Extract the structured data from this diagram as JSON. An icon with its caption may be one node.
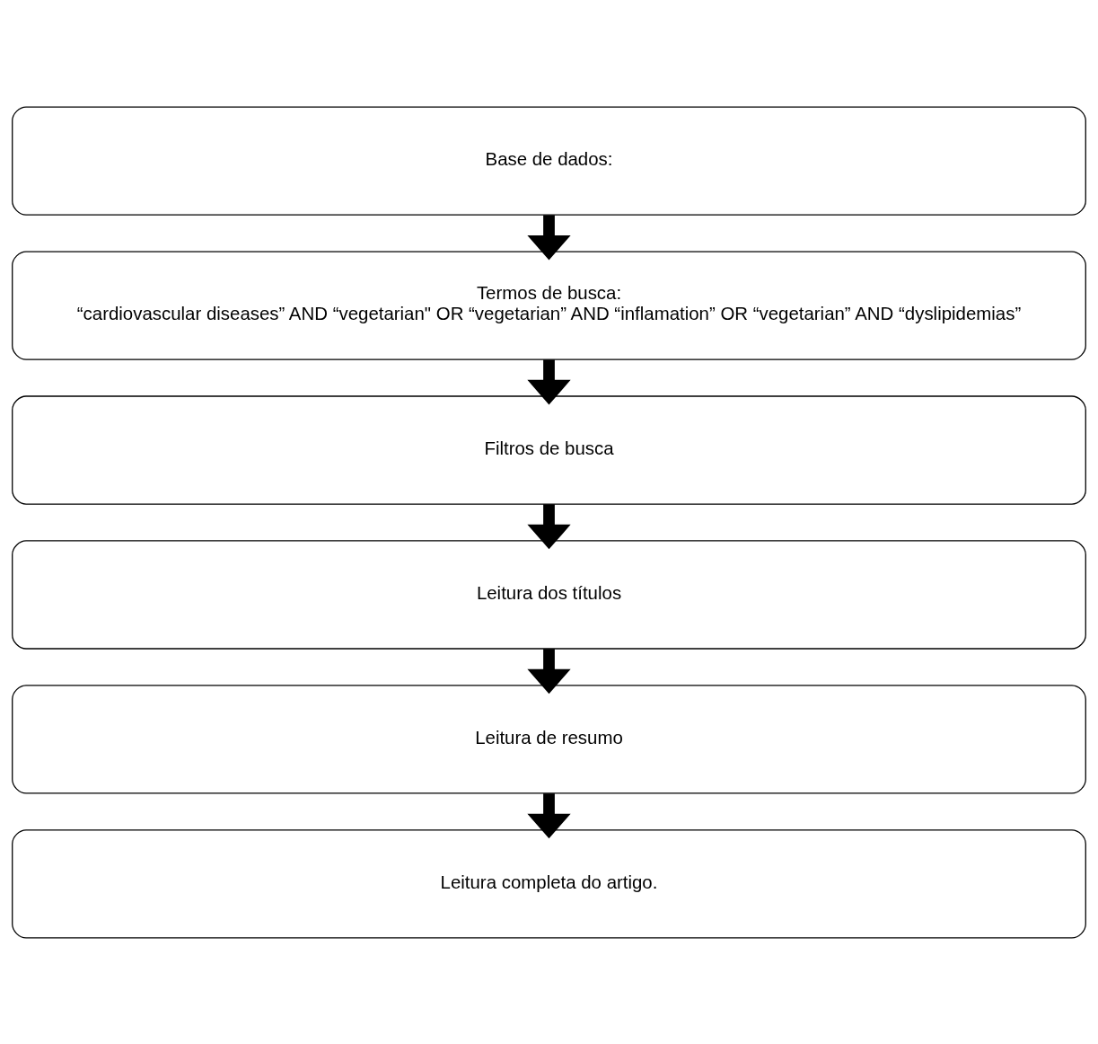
{
  "diagram": {
    "nodes": [
      {
        "text": [
          "Base de dados:"
        ]
      },
      {
        "text": [
          "Termos de busca:",
          "“cardiovascular diseases” AND “vegetarian\" OR “vegetarian” AND “inflamation” OR “vegetarian” AND “dyslipidemias”"
        ]
      },
      {
        "text": [
          "Filtros de busca"
        ]
      },
      {
        "text": [
          "Leitura dos títulos"
        ]
      },
      {
        "text": [
          "Leitura de resumo"
        ]
      },
      {
        "text": [
          "Leitura completa do artigo."
        ]
      }
    ],
    "edges": [
      {
        "from": 0,
        "to": 1,
        "arrow": "to"
      },
      {
        "from": 1,
        "to": 2,
        "arrow": "to"
      },
      {
        "from": 2,
        "to": 3,
        "arrow": "to"
      },
      {
        "from": 3,
        "to": 4,
        "arrow": "to"
      },
      {
        "from": 4,
        "to": 5,
        "arrow": "to"
      }
    ]
  }
}
